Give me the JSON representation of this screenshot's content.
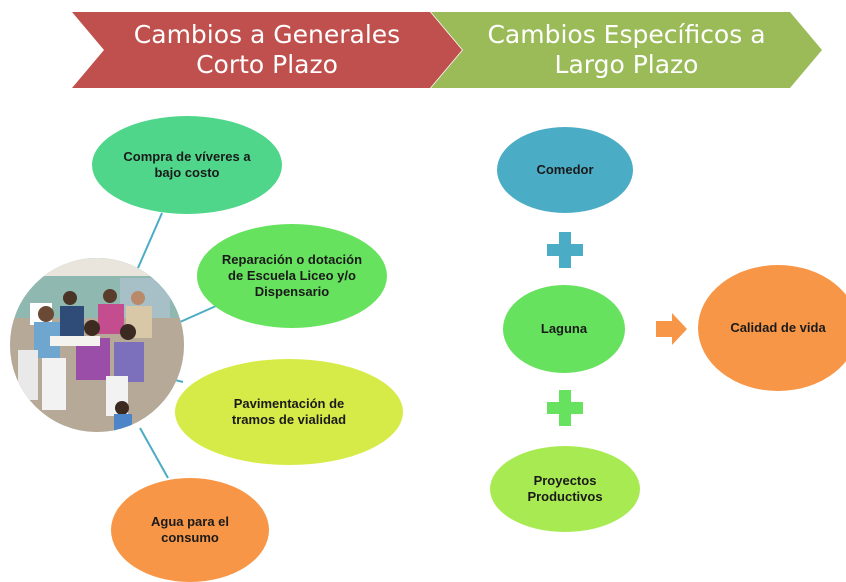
{
  "header": {
    "left_label": "Cambios a Generales\nCorto Plazo",
    "right_label": "Cambios Específicos a\nLargo Plazo"
  },
  "short_term": {
    "items": [
      "Compra de víveres a\nbajo costo",
      "Reparación  o dotación\nde  Escuela  Liceo y/o\nDispensario",
      "Pavimentación de\ntramos de vialidad",
      "Agua para el\nconsumo"
    ]
  },
  "long_term": {
    "items": [
      "Comedor",
      "Laguna",
      "Proyectos\nProductivos"
    ],
    "result": "Calidad de vida"
  },
  "colors": {
    "red_chevron": "#c0504d",
    "green_chevron": "#9bbb59",
    "teal": "#4bacc6",
    "green_bright": "#66e25e",
    "lime": "#d7eb48",
    "orange": "#f79646",
    "mint": "#4fd68a"
  }
}
